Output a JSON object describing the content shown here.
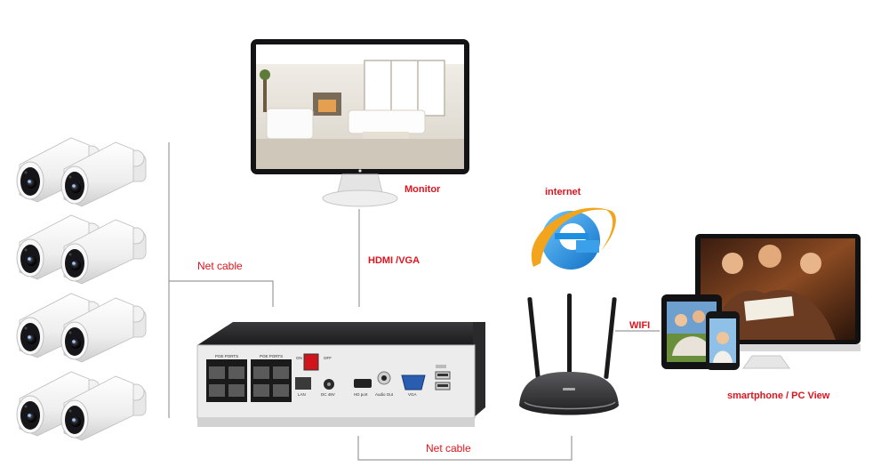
{
  "labels": {
    "monitor": "Monitor",
    "hdmi_vga": "HDMI /VGA",
    "net_cable_cameras": "Net cable",
    "net_cable_router": "Net cable",
    "internet": "internet",
    "wifi": "WIFI",
    "smartphone_pc": "smartphone / PC View"
  },
  "nvr_panel": {
    "poe_ports_a": "POE PORTS",
    "poe_ports_b": "POE PORTS",
    "lan": "LAN",
    "dc": "DC 48V",
    "on": "ON",
    "off": "OFF",
    "hd_port": "HD port",
    "audio_out": "Audio Out",
    "vga": "VGA"
  },
  "colors": {
    "label_red": "#e0141e",
    "line_gray": "#9a9a9a",
    "nvr_body": "#1c1c1e",
    "ie_blue": "#1d8fe0"
  },
  "icons": [
    "camera-icon",
    "monitor-icon",
    "nvr-icon",
    "router-icon",
    "internet-explorer-icon",
    "tablet-icon",
    "smartphone-icon",
    "pc-monitor-icon"
  ]
}
